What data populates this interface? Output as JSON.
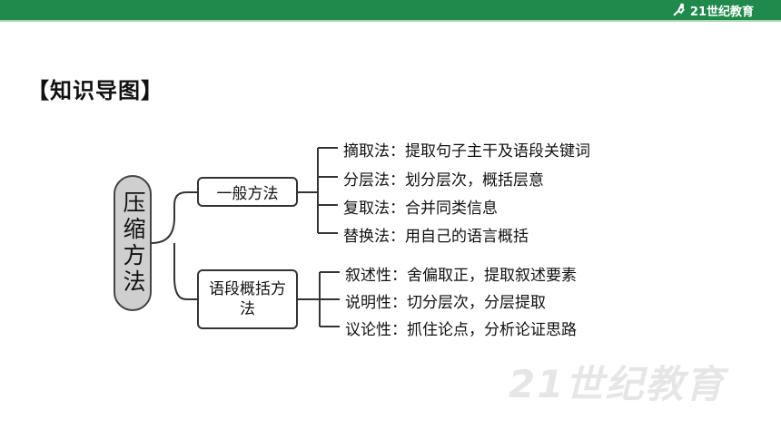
{
  "header": {
    "logo_text": "21世纪教育",
    "bar_color": "#1f8a4c"
  },
  "heading": "【知识导图】",
  "root": {
    "label": "压缩方法"
  },
  "branches": [
    {
      "label": "一般方法",
      "leaves": [
        "摘取法：提取句子主干及语段关键词",
        "分层法：划分层次，概括层意",
        "复取法：合并同类信息",
        "替换法：用自己的语言概括"
      ]
    },
    {
      "label": "语段概括方法",
      "leaves": [
        "叙述性：舍偏取正，提取叙述要素",
        "说明性：切分层次，分层提取",
        "议论性：抓住论点，分析论证思路"
      ]
    }
  ],
  "watermark": {
    "text": "21世纪教育"
  }
}
